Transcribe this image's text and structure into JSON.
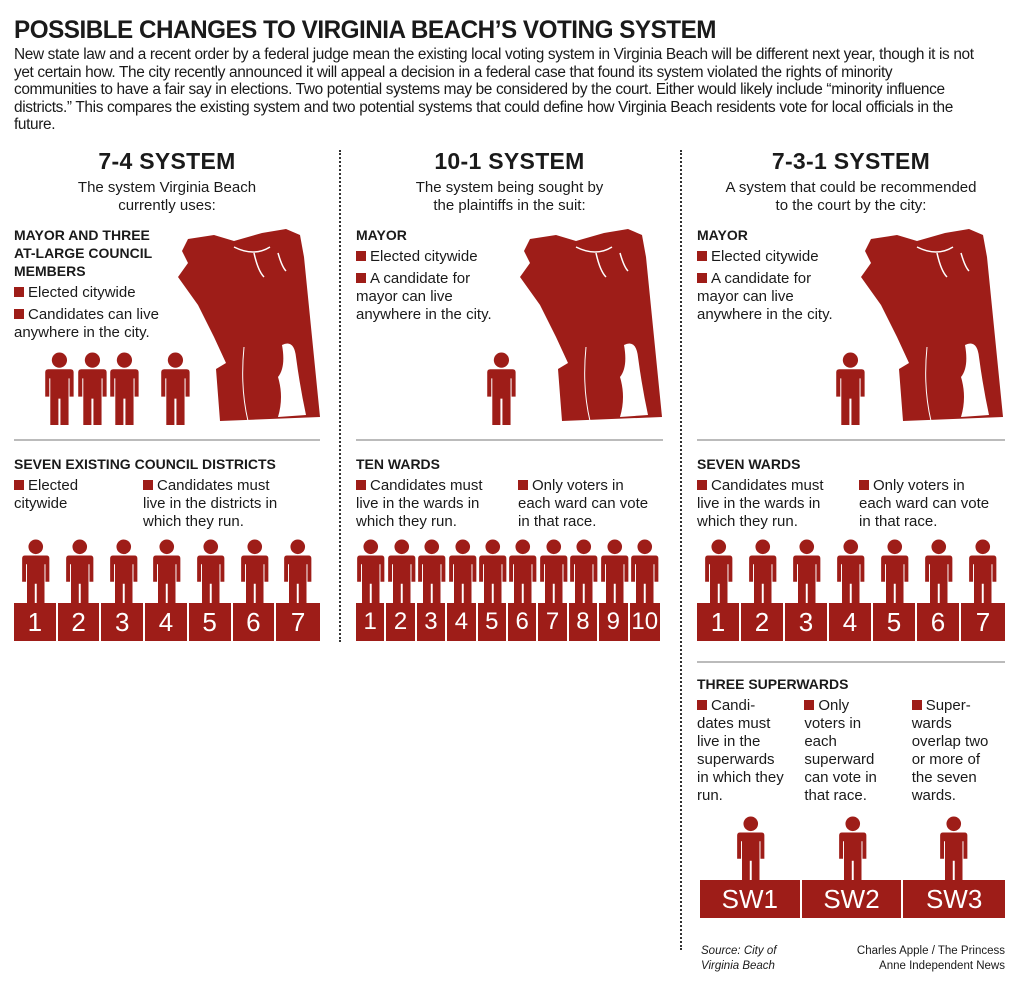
{
  "title": "POSSIBLE CHANGES TO VIRGINIA BEACH’S VOTING SYSTEM",
  "intro": "New state law and a recent order by a federal judge mean the existing local voting system in Virginia Beach will be different next year, though it is not yet certain how. The city recently announced it will appeal a decision in a federal case that found its system violated the rights of minority communities to have a fair say in elections. Two potential systems may be considered by the court. Either would likely include “minority influence districts.” This compares the existing system and two potential systems that could define how Virginia Beach residents vote for local officials in the future.",
  "accent_color": "#9e1d18",
  "columns": [
    {
      "heading": "7-4 SYSTEM",
      "subtitle": "The system Virginia Beach currently uses:",
      "top_section": {
        "heading": "MAYOR AND THREE AT-LARGE COUNCIL MEMBERS",
        "bullets": [
          "Elected citywide",
          "Candidates can live anywhere in the city."
        ],
        "people": 4
      },
      "bottom_section": {
        "heading": "SEVEN EXISTING COUNCIL DISTRICTS",
        "bullets": [
          "Elected citywide",
          "Candidates must live in the districts in which they run."
        ],
        "districts": [
          "1",
          "2",
          "3",
          "4",
          "5",
          "6",
          "7"
        ]
      }
    },
    {
      "heading": "10-1 SYSTEM",
      "subtitle": "The system being sought by the plaintiffs in the suit:",
      "top_section": {
        "heading": "MAYOR",
        "bullets": [
          "Elected citywide",
          "A candidate for mayor can live anywhere in the city."
        ],
        "people": 1
      },
      "bottom_section": {
        "heading": "TEN WARDS",
        "bullets": [
          "Candidates must live in the wards in which they run.",
          "Only voters in each ward can vote in that race."
        ],
        "districts": [
          "1",
          "2",
          "3",
          "4",
          "5",
          "6",
          "7",
          "8",
          "9",
          "10"
        ]
      }
    },
    {
      "heading": "7-3-1 SYSTEM",
      "subtitle": "A system that could be recommended to the court by the city:",
      "top_section": {
        "heading": "MAYOR",
        "bullets": [
          "Elected citywide",
          "A candidate for mayor can live anywhere in the city."
        ],
        "people": 1
      },
      "bottom_section": {
        "heading": "SEVEN WARDS",
        "bullets": [
          "Candidates must live in the wards in which they run.",
          "Only voters in each ward can vote in that race."
        ],
        "districts": [
          "1",
          "2",
          "3",
          "4",
          "5",
          "6",
          "7"
        ]
      },
      "extra_section": {
        "heading": "THREE SUPERWARDS",
        "bullets": [
          "Candi-dates must live in the superwards in which they run.",
          "Only voters in each superward can vote in that race.",
          "Super-wards overlap two or more of the seven wards."
        ],
        "districts": [
          "SW1",
          "SW2",
          "SW3"
        ]
      }
    }
  ],
  "footer": {
    "source": "Source: City of Virginia Beach",
    "credit": "Charles Apple / The Princess Anne Independent News"
  }
}
